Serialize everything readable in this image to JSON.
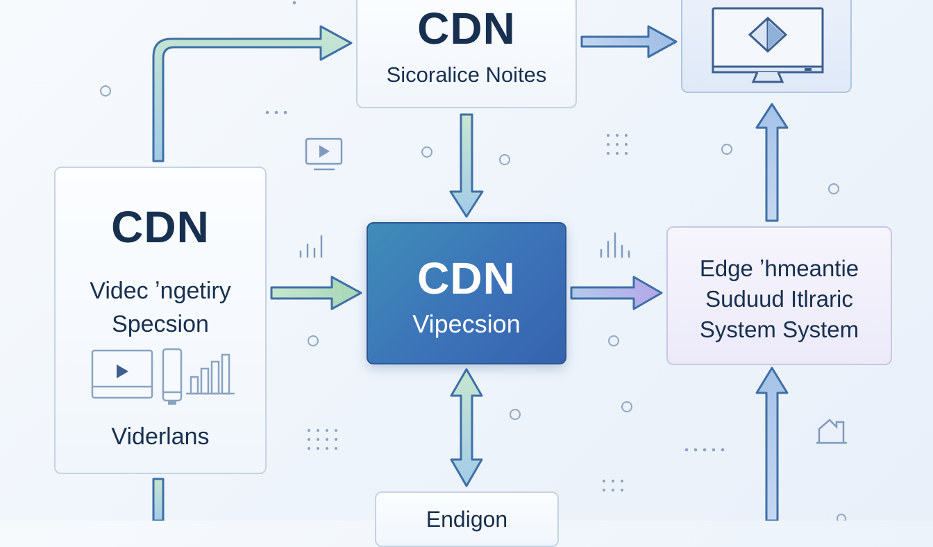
{
  "nodes": {
    "top": {
      "title": "CDN",
      "subtitle": "Sicoralice Noites"
    },
    "left": {
      "title": "CDN",
      "line1": "Videc ʼngetiry",
      "line2": "Specsion",
      "footer": "Viderlans"
    },
    "center": {
      "title": "CDN",
      "subtitle": "Vipecsion"
    },
    "right": {
      "line1": "Edge ʼhmeantie",
      "line2": "Suduud Itlraric",
      "line3": "System System"
    },
    "bottom": {
      "label": "Endigon"
    }
  },
  "icons": [
    "monitor-icon",
    "video-play-icon",
    "bar-chart-icon",
    "device-icon",
    "building-icon"
  ],
  "colors": {
    "dark_node": "#3c72b8",
    "arrow_stroke": "#3f6fa6",
    "arrow_green": "#a8d8b4",
    "arrow_blue": "#a9c4e6",
    "arrow_violet": "#b7a9e6"
  }
}
